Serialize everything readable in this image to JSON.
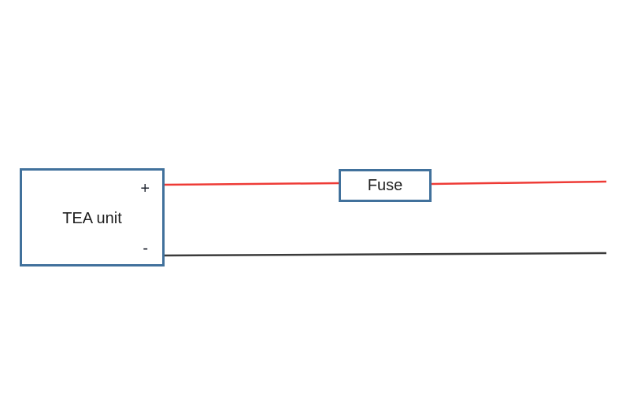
{
  "diagram": {
    "tea_unit": {
      "label": "TEA unit",
      "positive_terminal": "+",
      "negative_terminal": "-"
    },
    "fuse": {
      "label": "Fuse"
    },
    "wires": {
      "positive": "red wire from + terminal through fuse",
      "negative": "black wire from - terminal"
    },
    "colors": {
      "background": "#ffffff",
      "box_border": "#41719C",
      "positive_wire": "#ee3b36",
      "negative_wire": "#3b3b3b",
      "text": "#1f1f1f"
    }
  }
}
